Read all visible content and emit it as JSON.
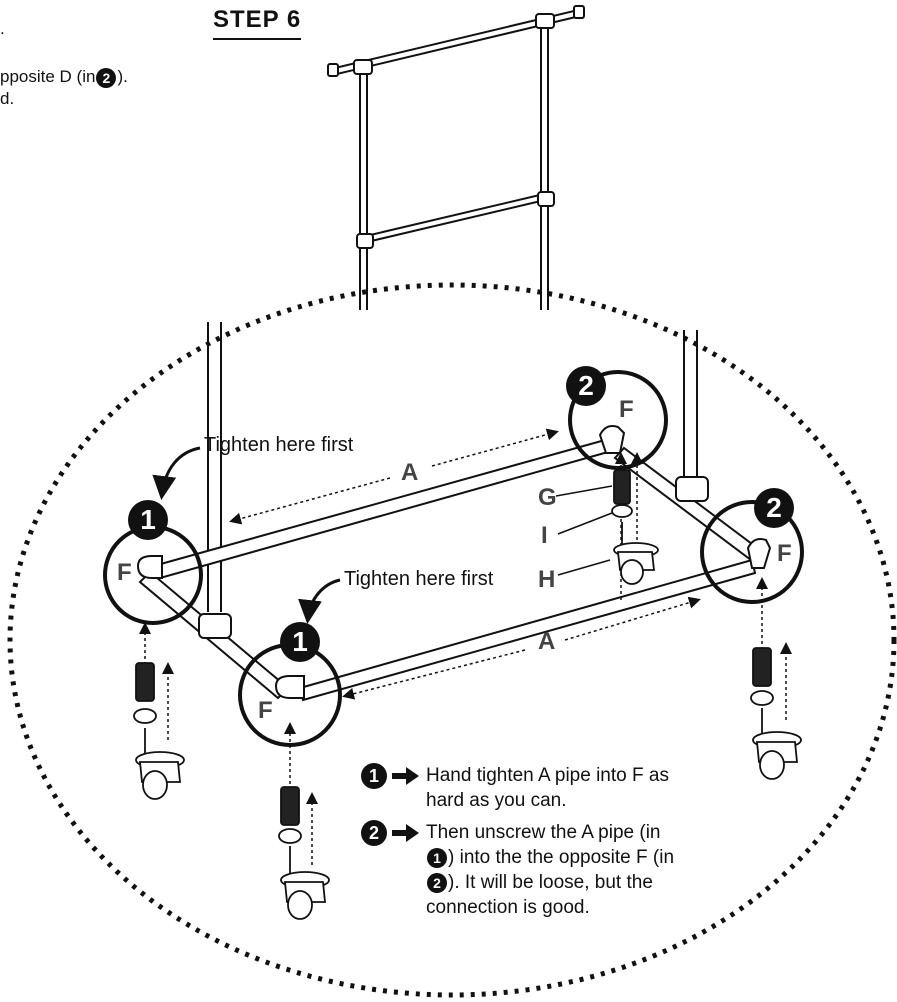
{
  "step": {
    "title": "STEP 6"
  },
  "left_cut_text": {
    "line1": ".",
    "line2_prefix": "pposite D (in",
    "line2_badge": "2",
    "line2_suffix": ").",
    "line3": "d."
  },
  "callouts": {
    "tighten_left": "Tighten here first",
    "tighten_front": "Tighten here first"
  },
  "labels": {
    "pipe_back": "A",
    "pipe_front": "A",
    "fitting_back_left": "F",
    "fitting_front_left": "F",
    "fitting_back_right": "F",
    "fitting_front_right": "F",
    "part_g": "G",
    "part_i": "I",
    "part_h": "H"
  },
  "markers": {
    "left_1": "1",
    "front_1": "1",
    "back_2": "2",
    "right_2": "2"
  },
  "instructions": {
    "item1_badge": "1",
    "item1_text": "Hand tighten A pipe into F as hard as you can.",
    "item2_badge": "2",
    "item2_text_a": "Then unscrew the A pipe (in",
    "item2_inline_badge_1": "1",
    "item2_text_b": ") into the the opposite F (in",
    "item2_inline_badge_2": "2",
    "item2_text_c": "). It will be loose, but the connection is good."
  },
  "icons": {
    "arrow": "right-arrow-icon",
    "curved_arrow": "curved-arrow-icon",
    "caster": "caster-wheel-icon"
  },
  "colors": {
    "ink": "#111111",
    "label_grey": "#444444",
    "background": "#ffffff"
  }
}
